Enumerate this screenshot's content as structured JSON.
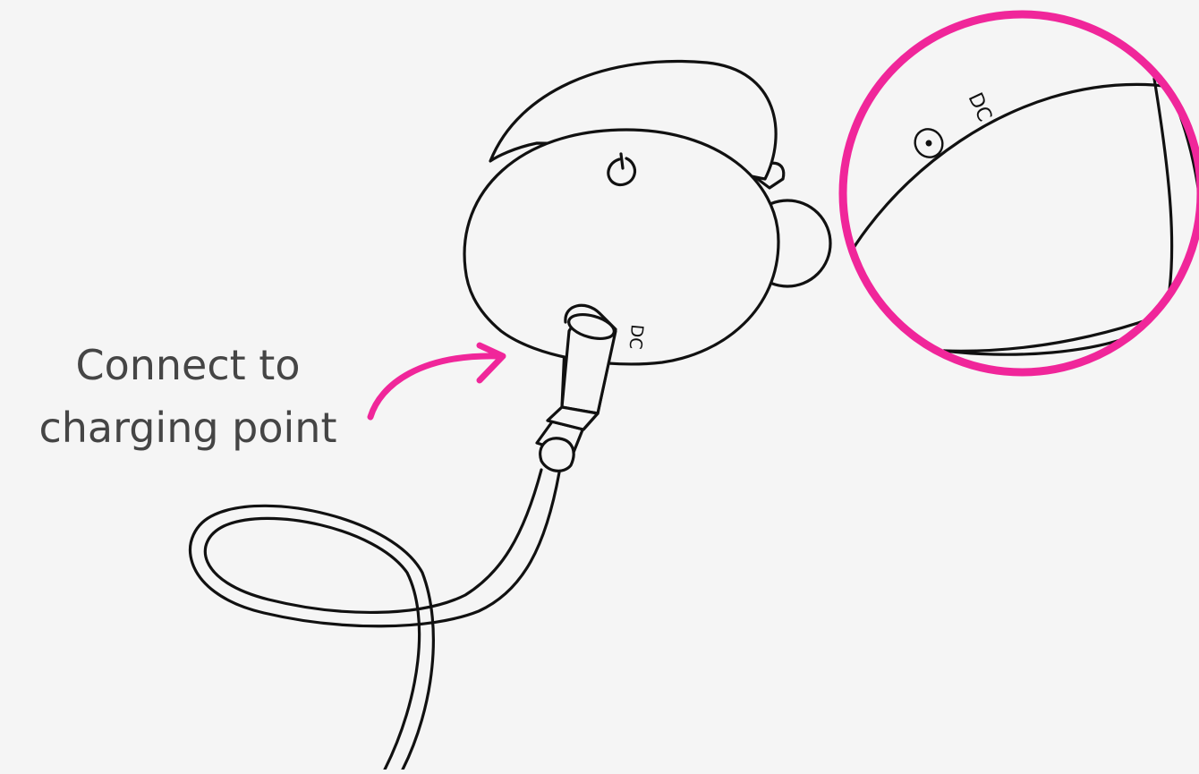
{
  "caption": {
    "line1": "Connect to",
    "line2": "charging point"
  },
  "labels": {
    "dc_port": "DC",
    "dc_zoom": "DC"
  },
  "icons": {
    "power": "power-icon",
    "port": "port-icon",
    "arrow": "curved-arrow-icon"
  },
  "colors": {
    "background": "#f5f5f5",
    "accent": "#f0269a",
    "ink": "#111111",
    "text": "#454545"
  }
}
